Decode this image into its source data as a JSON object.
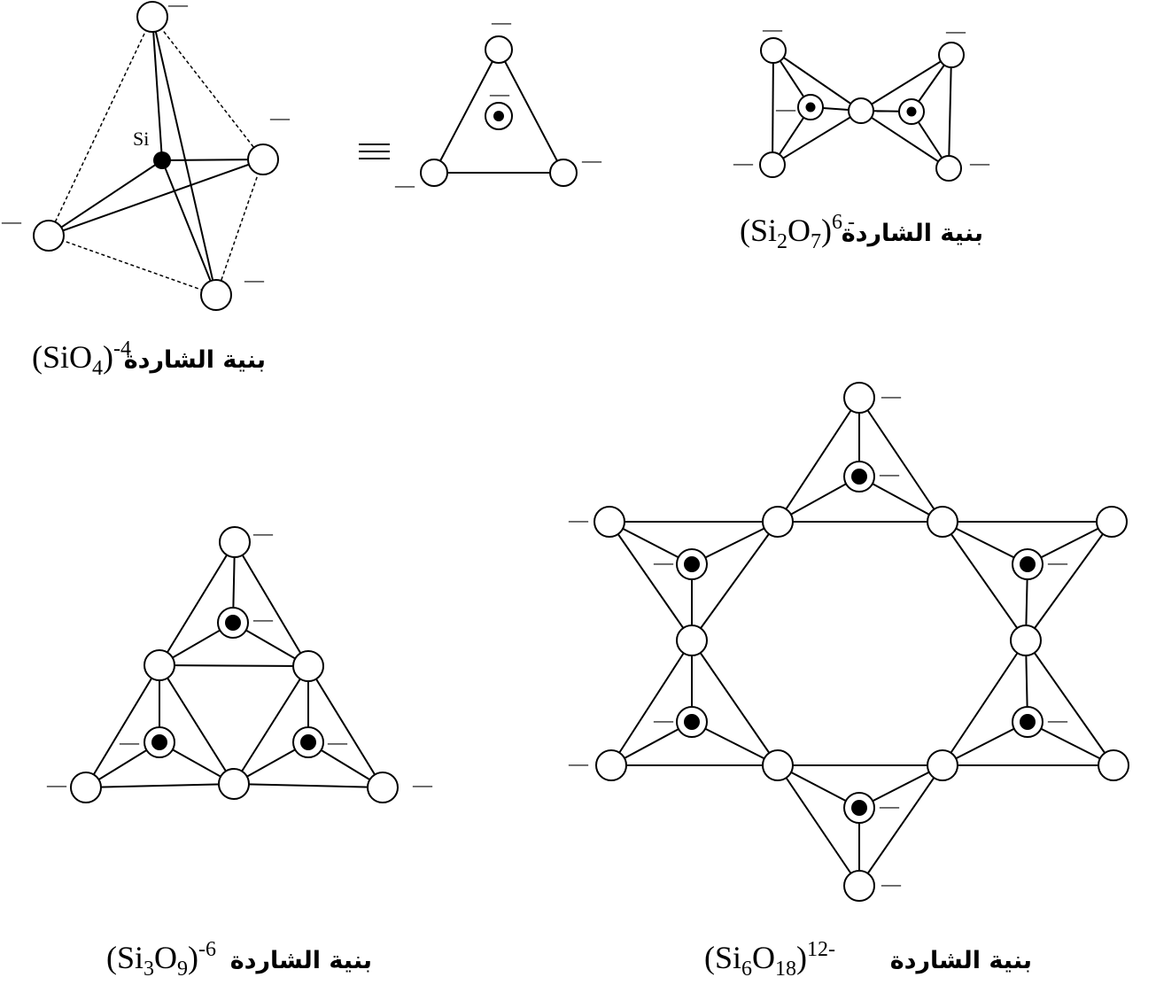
{
  "charge_symbol": "—",
  "si_label": "Si",
  "captions": {
    "sio4": {
      "formula": [
        "(SiO",
        "4",
        ")",
        "-4"
      ],
      "label": "بنية الشاردة"
    },
    "si2o7": {
      "formula": [
        "(Si",
        "2",
        "O",
        "7",
        ")",
        "6 -"
      ],
      "label": "بنية الشاردة"
    },
    "si3o9": {
      "formula": [
        "(Si",
        "3",
        "O",
        "9",
        ")",
        "-6"
      ],
      "label": "بنية الشاردة"
    },
    "si6o18": {
      "formula": [
        "(Si",
        "6",
        "O",
        "18",
        ")",
        "12-"
      ],
      "label": "بنية الشاردة"
    }
  }
}
